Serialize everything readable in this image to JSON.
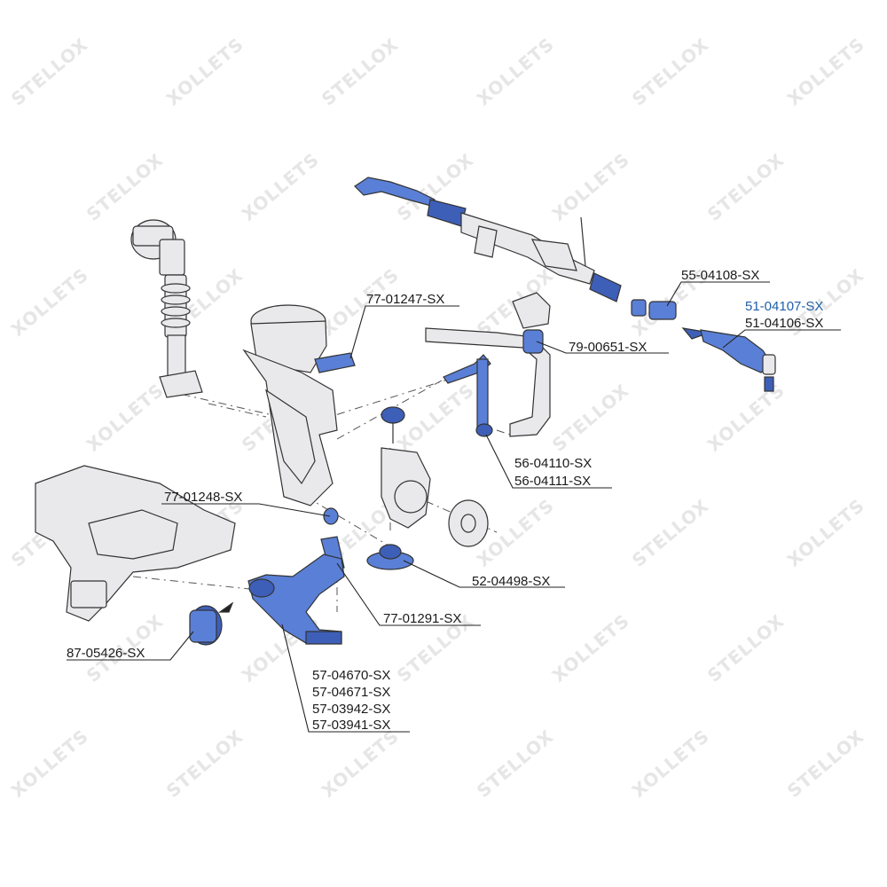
{
  "watermark": {
    "brand": "STELLOX",
    "reversed": "XOLLETS",
    "color": "#e6e6e6"
  },
  "colors": {
    "part_outline": "#333333",
    "part_fill": "#e9e9ec",
    "highlight_fill": "#5a7fd6",
    "highlight_text": "#1f5fa8",
    "label_text": "#1a1a1a"
  },
  "labels": {
    "l_55_04108": "55-04108-SX",
    "l_51_04107": "51-04107-SX",
    "l_51_04106": "51-04106-SX",
    "l_77_01247": "77-01247-SX",
    "l_79_00651": "79-00651-SX",
    "l_56_04110": "56-04110-SX",
    "l_56_04111": "56-04111-SX",
    "l_77_01248": "77-01248-SX",
    "l_52_04498": "52-04498-SX",
    "l_77_01291": "77-01291-SX",
    "l_87_05426": "87-05426-SX",
    "l_57_04670": "57-04670-SX",
    "l_57_04671": "57-04671-SX",
    "l_57_03942": "57-03942-SX",
    "l_57_03941": "57-03941-SX"
  }
}
